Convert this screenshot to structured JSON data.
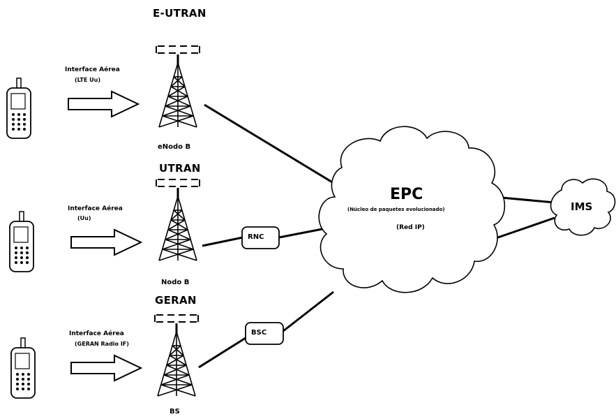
{
  "networks": {
    "eutran": {
      "title": "E-UTRAN",
      "interface_label": "Interface Aérea",
      "interface_sub": "(LTE Uu)",
      "node_label": "eNodo B"
    },
    "utran": {
      "title": "UTRAN",
      "interface_label": "Interface Aérea",
      "interface_sub": "(Uu)",
      "node_label": "Nodo B",
      "controller_label": "RNC"
    },
    "geran": {
      "title": "GERAN",
      "interface_label": "Interface Aérea",
      "interface_sub": "(GERAN Radio IF)",
      "node_label": "BS",
      "controller_label": "BSC"
    }
  },
  "core": {
    "title": "EPC",
    "subtitle": "(Núcleo de paquetes evolucionado)",
    "subtitle2": "(Red IP)"
  },
  "ims": {
    "label": "IMS"
  }
}
